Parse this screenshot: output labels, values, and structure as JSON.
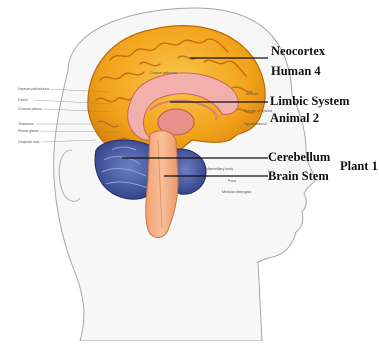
{
  "labels": {
    "neocortex": "Neocortex",
    "neocortex_sub": "Human  4",
    "limbic": "Limbic System",
    "limbic_sub": "Animal    2",
    "cerebellum": "Cerebellum",
    "plant": "Plant 1",
    "brainstem": "Brain Stem"
  },
  "structure_labels": {
    "left": [
      "Septum pellucidum",
      "Fornix",
      "Choroid plexus",
      "Thalamus",
      "Pineal gland",
      "Occipital lobe"
    ],
    "right": [
      "Anterior",
      "Fissure of Sylvius",
      "Hypothalamus",
      "Mammillary body",
      "Pons",
      "Medulla oblongata"
    ],
    "center": [
      "Corpus callosum"
    ]
  },
  "colors": {
    "cortex": "#f2a81d",
    "cortex_dark": "#c8700a",
    "limbic": "#f0a3a0",
    "thalamus": "#e07d78",
    "cerebellum": "#4a5fa8",
    "stem": "#f5b185",
    "skin": "#f4f4f4",
    "outline": "#9a9a9a"
  }
}
